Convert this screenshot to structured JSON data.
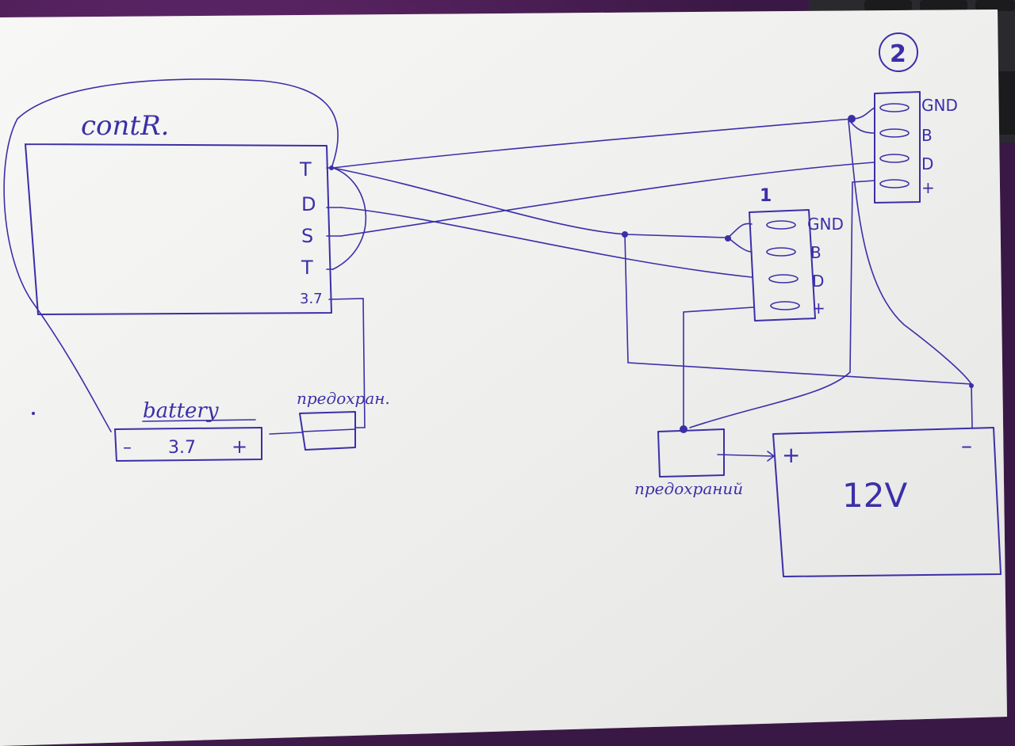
{
  "labels": {
    "controller_title": "contR.",
    "battery_label": "battery",
    "battery_minus": "–",
    "battery_voltage": "3.7",
    "battery_plus": "+",
    "fuse_left_label": "предохран.",
    "fuse_right_label": "предохраний",
    "big_battery_plus": "+",
    "big_battery_minus": "–",
    "big_battery_voltage": "12V",
    "module1_number": "1",
    "module2_number": "2"
  },
  "controller_pins": [
    "T",
    "D",
    "S",
    "T",
    "3.7"
  ],
  "module1_pins": [
    "GND",
    "B",
    "D",
    "+"
  ],
  "module2_pins": [
    "GND",
    "B",
    "D",
    "+"
  ],
  "colors": {
    "ink": "#3b2fa8",
    "paper": "#f4f4f2",
    "background": "#3a1845"
  },
  "icons": {
    "laptop_key": "command-key-icon"
  }
}
